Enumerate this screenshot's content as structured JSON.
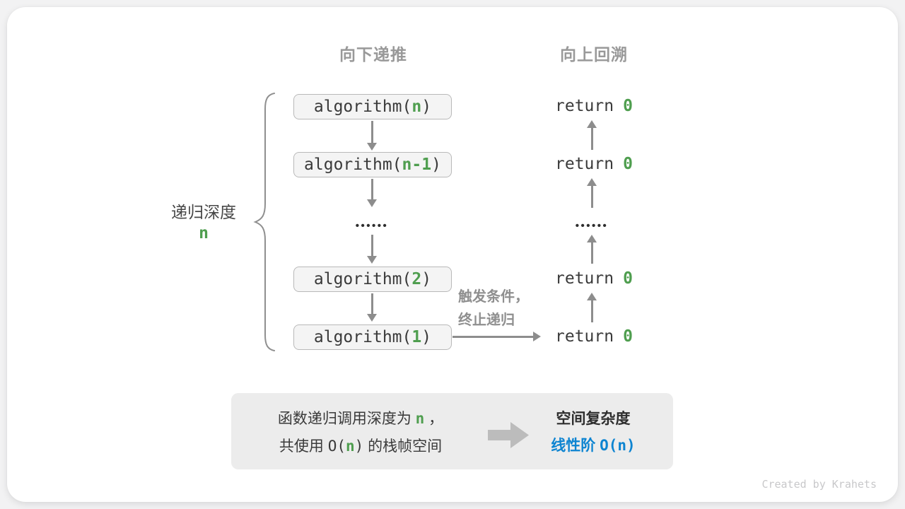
{
  "colors": {
    "green": "#4f9e4f",
    "blue": "#0d84d1",
    "dark": "#3a3a3a",
    "arrow": "#8d8d8d",
    "header_gray": "#999999",
    "box_bg": "#f4f4f4",
    "box_border": "#b9b9b9",
    "panel_bg": "#ececec",
    "block_arrow": "#bcbcbc"
  },
  "headers": {
    "downward": "向下递推",
    "upward": "向上回溯"
  },
  "depth": {
    "label": "递归深度",
    "value": "n"
  },
  "calls": {
    "prefix": "algorithm(",
    "suffix": ")",
    "args": [
      "n",
      "n-1",
      "2",
      "1"
    ]
  },
  "returns": {
    "keyword": "return",
    "value": "0"
  },
  "ellipsis": "••••••",
  "trigger": {
    "line1": "触发条件，",
    "line2": "终止递归"
  },
  "summary": {
    "line1_pre": "函数递归调用深度为 ",
    "line1_var": "n",
    "line1_post": " ，",
    "line2_pre": "共使用 ",
    "line2_code_open": "O(",
    "line2_var": "n",
    "line2_code_close": ")",
    "line2_post": " 的栈帧空间",
    "result_title": "空间复杂度",
    "result_label": "线性阶 ",
    "result_code": "O(n)"
  },
  "watermark": "Created by Krahets"
}
